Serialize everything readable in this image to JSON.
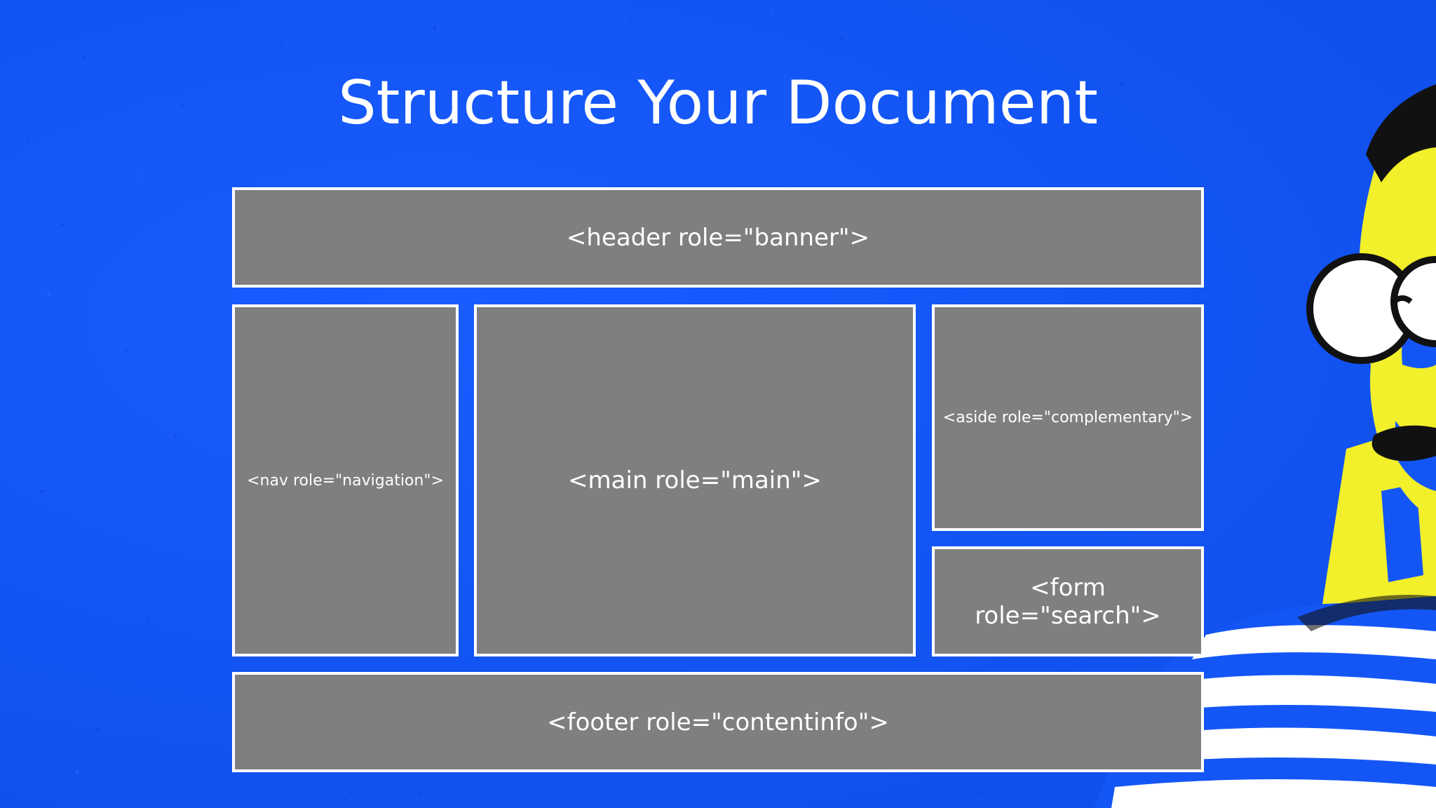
{
  "slide": {
    "title": "Structure Your Document",
    "background_color": "#1456f5"
  },
  "diagram": {
    "box_fill": "#7f7f7f",
    "box_border": "#ffffff",
    "header_label": "<header role=\"banner\">",
    "nav_label": "<nav role=\"navigation\">",
    "main_label": "<main role=\"main\">",
    "aside_label": "<aside role=\"complementary\">",
    "search_label": "<form role=\"search\">",
    "footer_label": "<footer role=\"contentinfo\">"
  },
  "illustration": {
    "subject": "person-with-glasses-striped-shirt",
    "colors": {
      "skin": "#f2ef2b",
      "shadow": "#1456f5",
      "hair": "#111111",
      "lens": "#ffffff",
      "stripe": "#ffffff"
    }
  }
}
